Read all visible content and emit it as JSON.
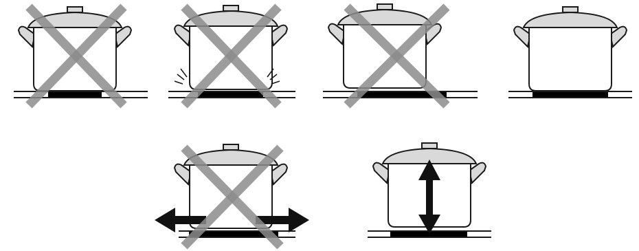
{
  "figure": {
    "panels": [
      {
        "id": "pot-too-small-for-zone",
        "crossed": true
      },
      {
        "id": "pot-lifted-off-zone",
        "crossed": true
      },
      {
        "id": "pot-bulged-bottom",
        "crossed": true
      },
      {
        "id": "pot-correct-fit",
        "crossed": false
      },
      {
        "id": "pot-too-wide-arrows",
        "crossed": true
      },
      {
        "id": "pot-correct-height-arrow",
        "crossed": false
      }
    ],
    "colors": {
      "line": "#1a1a1a",
      "lid": "#d9d9d9",
      "cross": "#8c8c8c",
      "hob": "#000000",
      "arrow": "#111111"
    }
  }
}
